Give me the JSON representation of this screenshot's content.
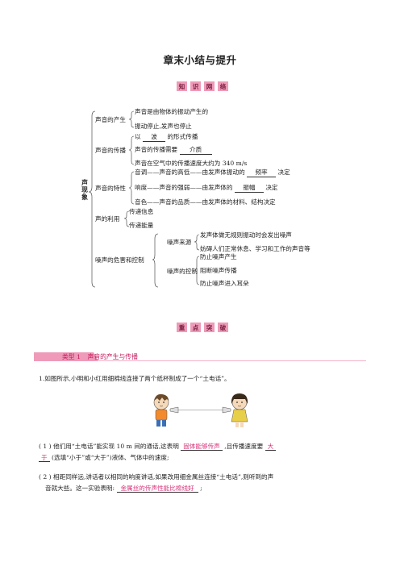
{
  "title": "章末小结与提升",
  "banner1": [
    "知",
    "识",
    "网",
    "络"
  ],
  "banner2": [
    "重",
    "点",
    "突",
    "破"
  ],
  "mindmap": {
    "root": "声现象",
    "produce": {
      "label": "声音的产生",
      "items": [
        "声音是由物体的振动产生的",
        "振动停止,发声也停止"
      ]
    },
    "propagate": {
      "label": "声音的传播",
      "item1_pre": "以",
      "item1_blank": "波",
      "item1_post": "的形式传播",
      "item2_pre": "声音的传播需要",
      "item2_blank": "介质",
      "item3": "声音在空气中的传播速度大约为 340 m/s"
    },
    "traits": {
      "label": "声音的特性",
      "pitch_pre": "音调——声音的高低——由发声体振动的",
      "pitch_blank": "频率",
      "pitch_post": "决定",
      "loud_pre": "响度——声音的强弱——由发声体的",
      "loud_blank": "振幅",
      "loud_post": "决定",
      "timbre": "音色——声音的品质——由发声体的材料、结构决定"
    },
    "use": {
      "label": "声的利用",
      "items": [
        "传递信息",
        "传递能量"
      ]
    },
    "noise": {
      "label": "噪声的危害和控制",
      "source_label": "噪声来源",
      "source_items": [
        "发声体做无规则振动时会发出噪声",
        "妨碍人们正常休息、学习和工作的声音等"
      ],
      "control_label": "噪声的控制",
      "control_items": [
        "防止噪声产生",
        "阻断噪声传播",
        "防止噪声进入耳朵"
      ]
    }
  },
  "type1": {
    "label": "类型 1",
    "title": "声音的产生与传播"
  },
  "question1": {
    "stem": "1.如图所示,小明和小红用细棉线连接了两个纸杯制成了一个“土电话”。",
    "q1_num": "( 1 )",
    "q1_pre": "他们用“土电话”能实现 10 m 间的通话,这表明",
    "q1_ans1": "固体能够传声",
    "q1_mid": ",且传播速度要",
    "q1_ans2a": "大",
    "q1_ans2b": "于",
    "q1_post": "(选填“小于”或“大于”)液体、气体中的速度;",
    "q2_num": "( 2 )",
    "q2_pre": "相距同样远,讲话者以相同的响度讲话,如果改用细金属丝连接“土电话”,则听到的声",
    "q2_line2_pre": "音就大些。这一实验表明:",
    "q2_ans": "金属丝的传声性能比棉线好",
    "q2_post": ";"
  }
}
